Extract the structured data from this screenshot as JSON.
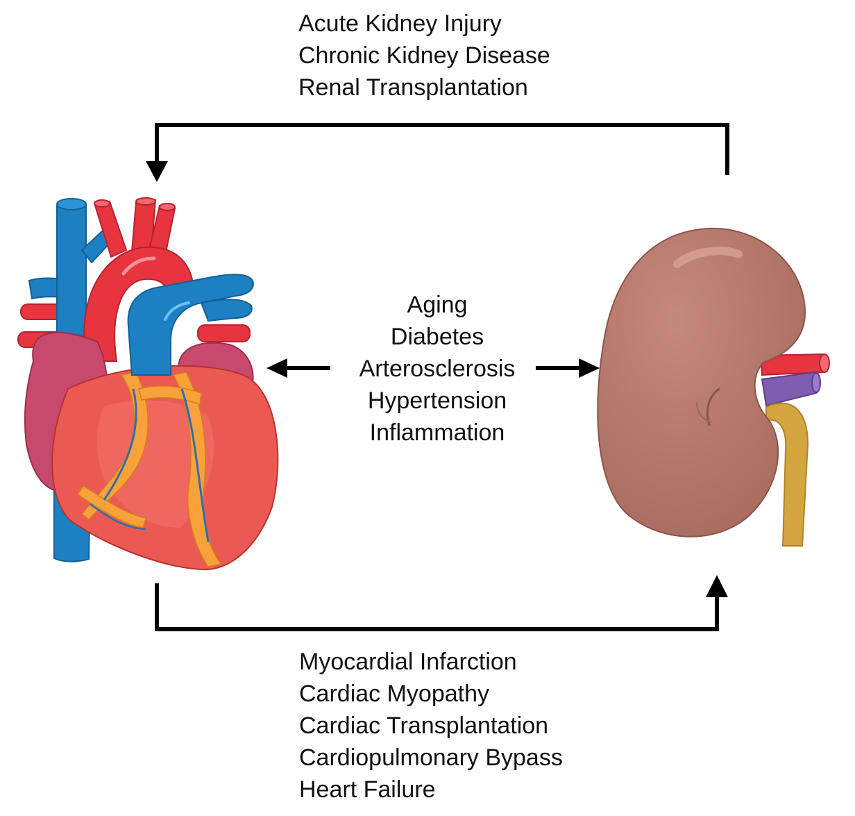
{
  "kidney_to_heart": {
    "conditions": [
      "Acute Kidney Injury",
      "Chronic Kidney Disease",
      "Renal Transplantation"
    ]
  },
  "shared_risk_factors": {
    "items": [
      "Aging",
      "Diabetes",
      "Arterosclerosis",
      "Hypertension",
      "Inflammation"
    ]
  },
  "heart_to_kidney": {
    "conditions": [
      "Myocardial Infarction",
      "Cardiac Myopathy",
      "Cardiac Transplantation",
      "Cardiopulmonary Bypass",
      "Heart Failure"
    ]
  },
  "colors": {
    "arrow": "#000000",
    "artery_red": "#e8343f",
    "vein_blue": "#1d80c3",
    "kidney_brown": "#b97c6e",
    "ureter_gold": "#d4a640",
    "renal_vein_purple": "#7f5db0",
    "heart_muscle": "#ea5a52",
    "atrium_pink": "#c74a6e",
    "fat_orange": "#f9a13a"
  },
  "icons": [
    "heart-illustration-icon",
    "kidney-illustration-icon"
  ]
}
